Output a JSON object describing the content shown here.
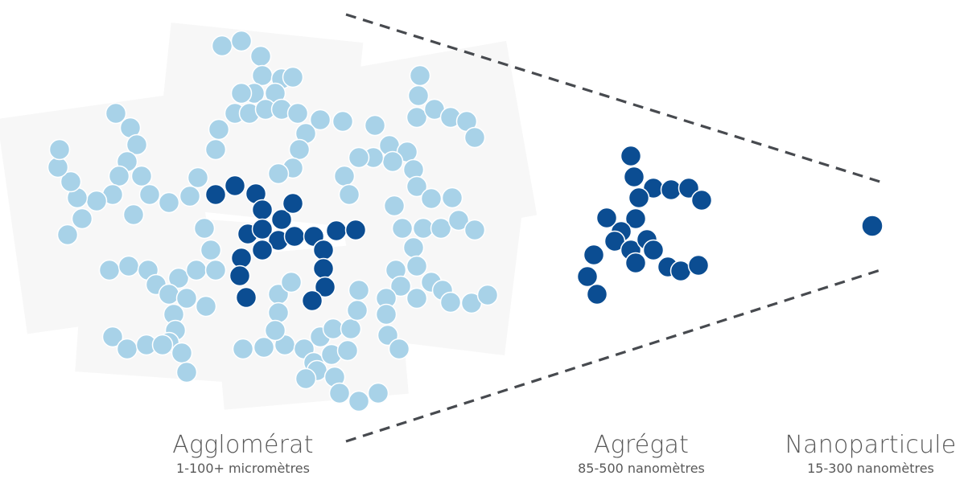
{
  "stages": {
    "agglomerate": {
      "name": "Aggloméra​t",
      "size_range": "1-100+ micromètres"
    },
    "aggregate": {
      "name": "Agrégat",
      "size_range": "85-500 nanomètres"
    },
    "nanoparticle": {
      "name": "Nanoparticule",
      "size_range": "15-300 nanomètres"
    }
  },
  "colors": {
    "light_particle": "#a8d2e8",
    "dark_particle": "#0b4d92",
    "dashed_line": "#474a4f",
    "label_text": "#595959",
    "backdrop": "#f7f7f7"
  }
}
